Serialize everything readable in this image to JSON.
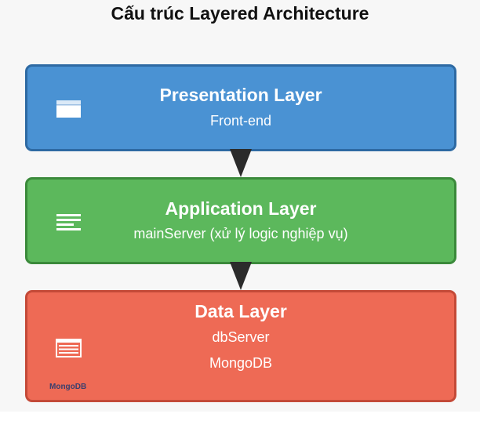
{
  "title": "Cấu trúc Layered Architecture",
  "colors": {
    "presentation_fill": "#4a92d3",
    "presentation_border": "#2e6aa3",
    "application_fill": "#5cb85c",
    "application_border": "#3b8a3b",
    "data_fill": "#ee6a55",
    "data_border": "#c44a38",
    "arrow": "#2b2b2b"
  },
  "layers": [
    {
      "name": "Presentation Layer",
      "subtitle": "Front-end",
      "icon": "window-icon"
    },
    {
      "name": "Application Layer",
      "subtitle": "mainServer (xử lý logic nghiệp vụ)",
      "icon": "document-lines-icon"
    },
    {
      "name": "Data Layer",
      "subtitle": "dbServer",
      "subtitle2": "MongoDB",
      "icon": "database-table-icon",
      "logo_text": "MongoDB"
    }
  ]
}
